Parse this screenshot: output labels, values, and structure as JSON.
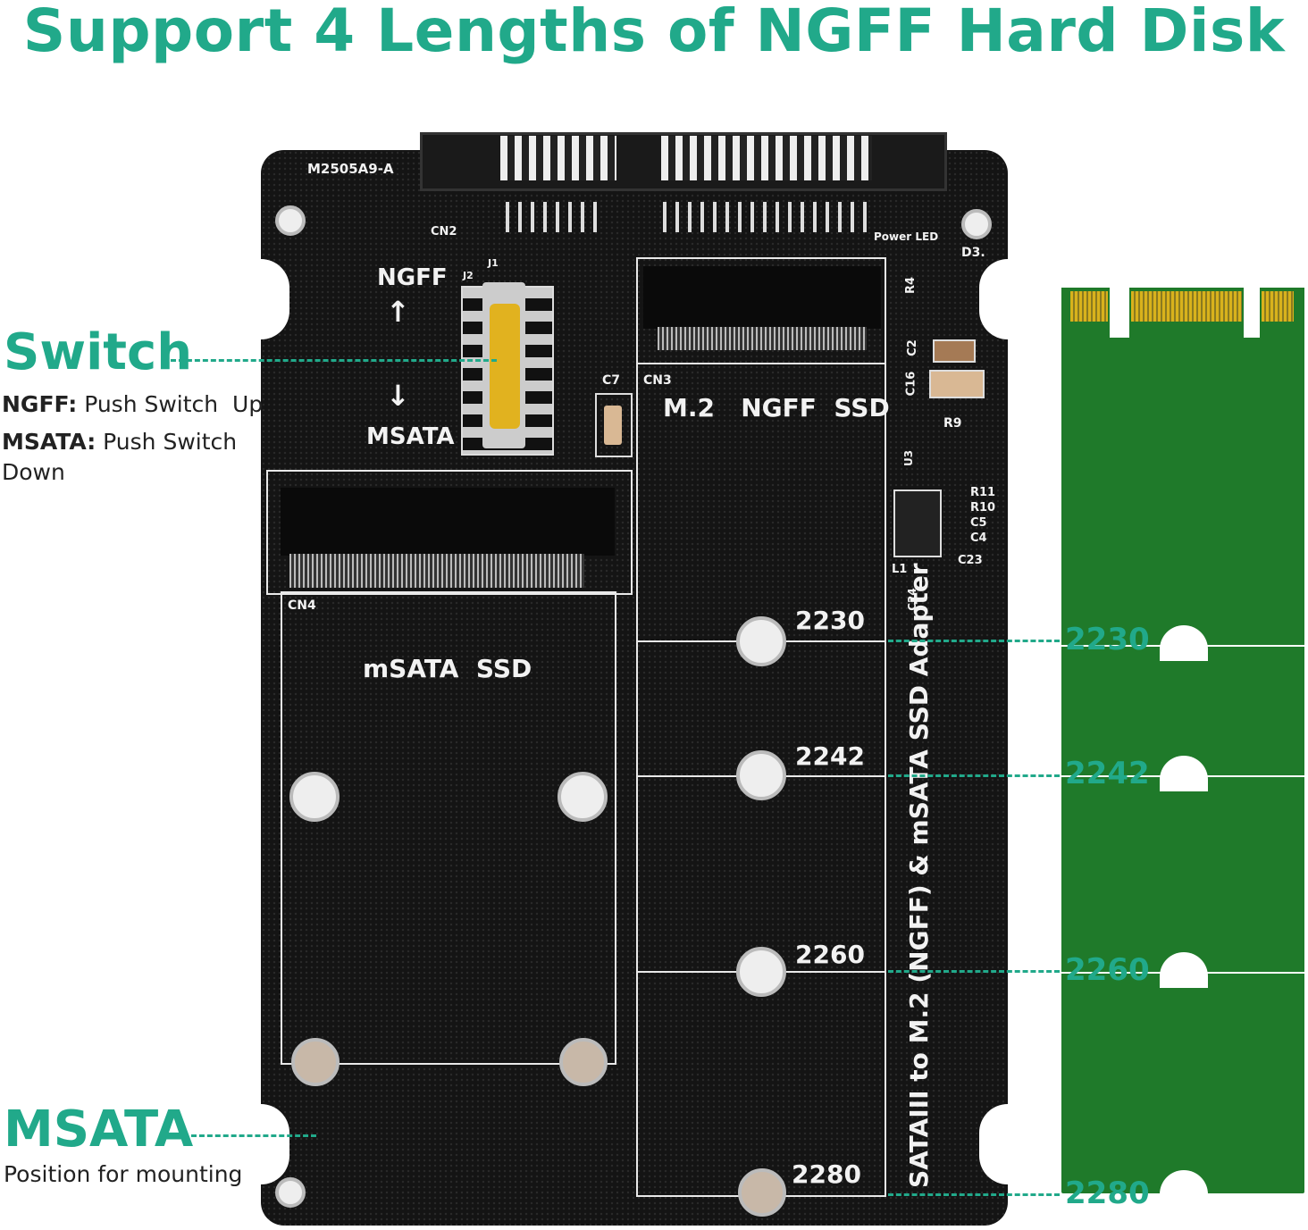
{
  "title": "Support 4 Lengths of NGFF Hard Disk",
  "left_labels": {
    "switch": {
      "heading": "Switch",
      "ngff_key": "NGFF:",
      "ngff_text": "Push Switch  Up",
      "msata_key": "MSATA:",
      "msata_text": "Push Switch Down"
    },
    "msata": {
      "heading": "MSATA",
      "text": "Position for mounting"
    }
  },
  "board": {
    "model": "M2505A9-A",
    "cn2": "CN2",
    "power_led": "Power LED",
    "d3": "D3.",
    "r4": "R4",
    "c2": "C2",
    "c16": "C16",
    "r9": "R9",
    "u3": "U3",
    "r11": "R11",
    "r10": "R10",
    "c5": "C5",
    "c4": "C4",
    "l1": "L1",
    "c23": "C23",
    "c24": "C24",
    "j1": "J1",
    "j2": "J2",
    "c7": "C7",
    "cn3": "CN3",
    "cn4": "CN4",
    "ngff": "NGFF",
    "msata_switch": "MSATA",
    "m2_label": "M.2   NGFF  SSD",
    "msata_label": "mSATA  SSD",
    "vertical_text": "SATAIII to M.2 (NGFF) & mSATA SSD Adapter",
    "lengths": [
      "2230",
      "2242",
      "2260",
      "2280"
    ]
  },
  "ssd_marks": [
    "2230",
    "2242",
    "2260",
    "2280"
  ],
  "colors": {
    "accent": "#21a98a",
    "board": "#141414",
    "ssd_pcb": "#1f7a2a",
    "gold": "#d8b21c"
  }
}
